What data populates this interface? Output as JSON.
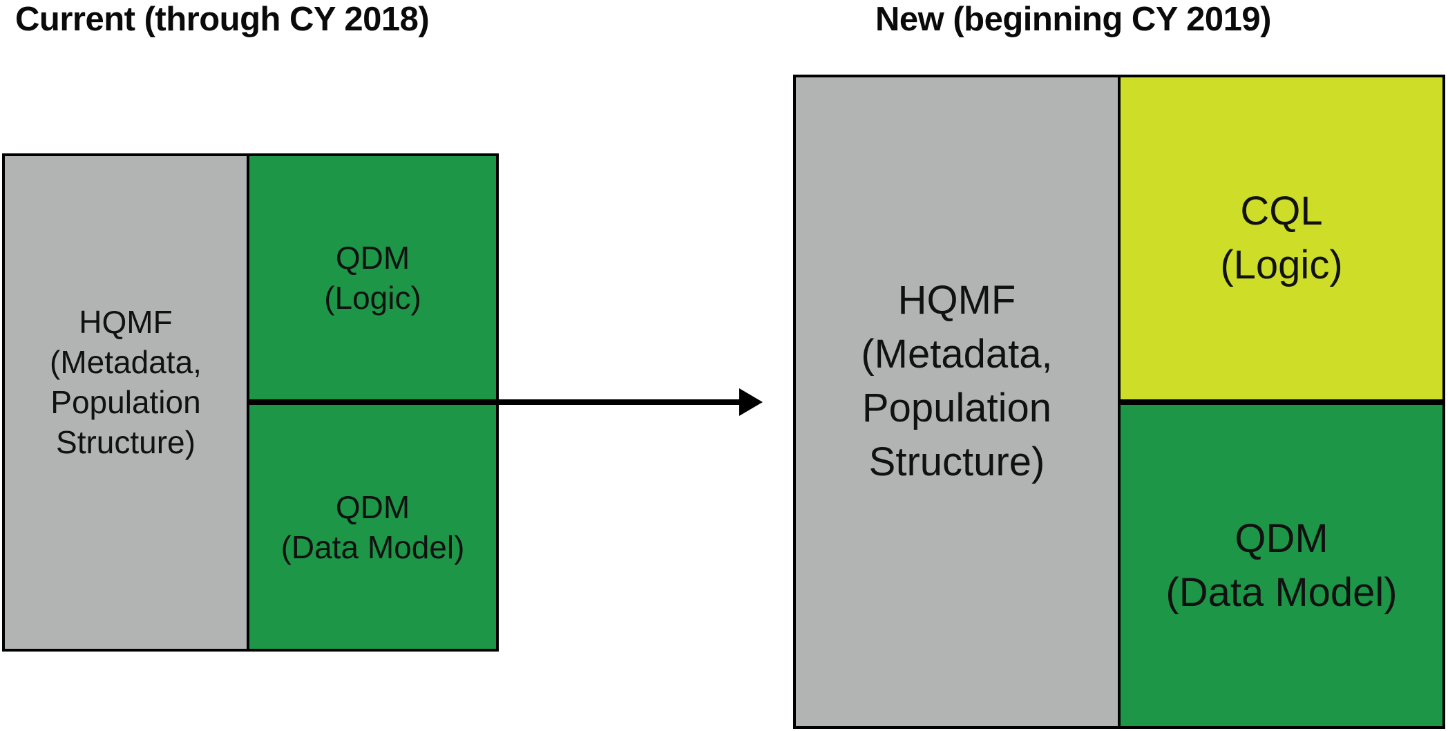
{
  "header": {
    "left_title": "Current (through CY 2018)",
    "right_title": "New (beginning CY 2019)"
  },
  "colors": {
    "gray": "#b2b4b3",
    "green": "#1e9648",
    "yellow_green": "#cddd28",
    "border": "#000000",
    "arrow": "#000000",
    "background": "#ffffff"
  },
  "current_diagram": {
    "hqmf_label": "HQMF\n(Metadata,\nPopulation\nStructure)",
    "qdm_logic_label": "QDM\n(Logic)",
    "qdm_data_model_label": "QDM\n(Data Model)"
  },
  "new_diagram": {
    "hqmf_label": "HQMF\n(Metadata,\nPopulation\nStructure)",
    "cql_logic_label": "CQL\n(Logic)",
    "qdm_data_model_label": "QDM\n(Data Model)"
  }
}
